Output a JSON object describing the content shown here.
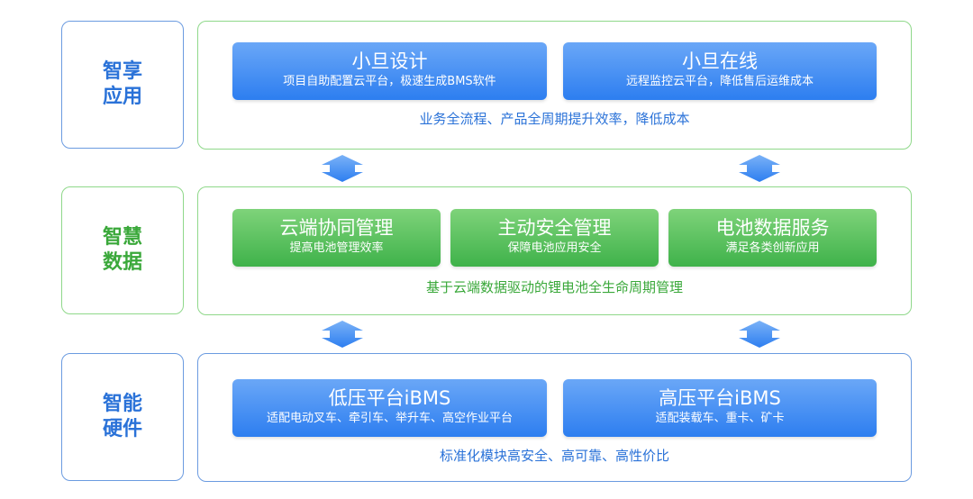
{
  "layers": [
    {
      "label_line1": "智享",
      "label_line2": "应用",
      "caption": "业务全流程、产品全周期提升效率，降低成本",
      "cards": [
        {
          "title": "小旦设计",
          "subtitle": "项目自助配置云平台，极速生成BMS软件"
        },
        {
          "title": "小旦在线",
          "subtitle": "远程监控云平台，降低售后运维成本"
        }
      ]
    },
    {
      "label_line1": "智慧",
      "label_line2": "数据",
      "caption": "基于云端数据驱动的锂电池全生命周期管理",
      "cards": [
        {
          "title": "云端协同管理",
          "subtitle": "提高电池管理效率"
        },
        {
          "title": "主动安全管理",
          "subtitle": "保障电池应用安全"
        },
        {
          "title": "电池数据服务",
          "subtitle": "满足各类创新应用"
        }
      ]
    },
    {
      "label_line1": "智能",
      "label_line2": "硬件",
      "caption": "标准化模块高安全、高可靠、高性价比",
      "cards": [
        {
          "title": "低压平台iBMS",
          "subtitle": "适配电动叉车、牵引车、举升车、高空作业平台"
        },
        {
          "title": "高压平台iBMS",
          "subtitle": "适配装载车、重卡、矿卡"
        }
      ]
    }
  ],
  "colors": {
    "blue": "#2d7ef0",
    "green": "#3fb24a"
  }
}
